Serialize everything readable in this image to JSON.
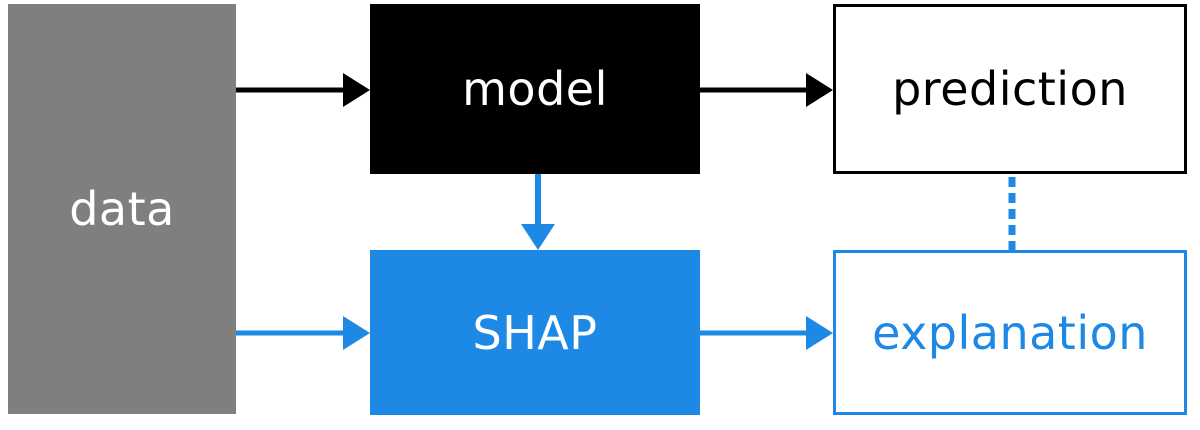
{
  "diagram": {
    "nodes": {
      "data": {
        "label": "data"
      },
      "model": {
        "label": "model"
      },
      "prediction": {
        "label": "prediction"
      },
      "shap": {
        "label": "SHAP"
      },
      "explanation": {
        "label": "explanation"
      }
    },
    "edges": [
      {
        "from": "data",
        "to": "model",
        "style": "solid-arrow",
        "color": "#000000"
      },
      {
        "from": "model",
        "to": "prediction",
        "style": "solid-arrow",
        "color": "#000000"
      },
      {
        "from": "model",
        "to": "shap",
        "style": "solid-arrow",
        "color": "#1e88e5"
      },
      {
        "from": "data",
        "to": "shap",
        "style": "solid-arrow",
        "color": "#1e88e5"
      },
      {
        "from": "shap",
        "to": "explanation",
        "style": "solid-arrow",
        "color": "#1e88e5"
      },
      {
        "from": "prediction",
        "to": "explanation",
        "style": "dotted-line",
        "color": "#1e88e5"
      }
    ],
    "colors": {
      "data_fill": "#7f7f7f",
      "model_fill": "#000000",
      "shap_fill": "#1e88e5",
      "accent_blue": "#1e88e5",
      "text_on_dark": "#ffffff"
    }
  }
}
